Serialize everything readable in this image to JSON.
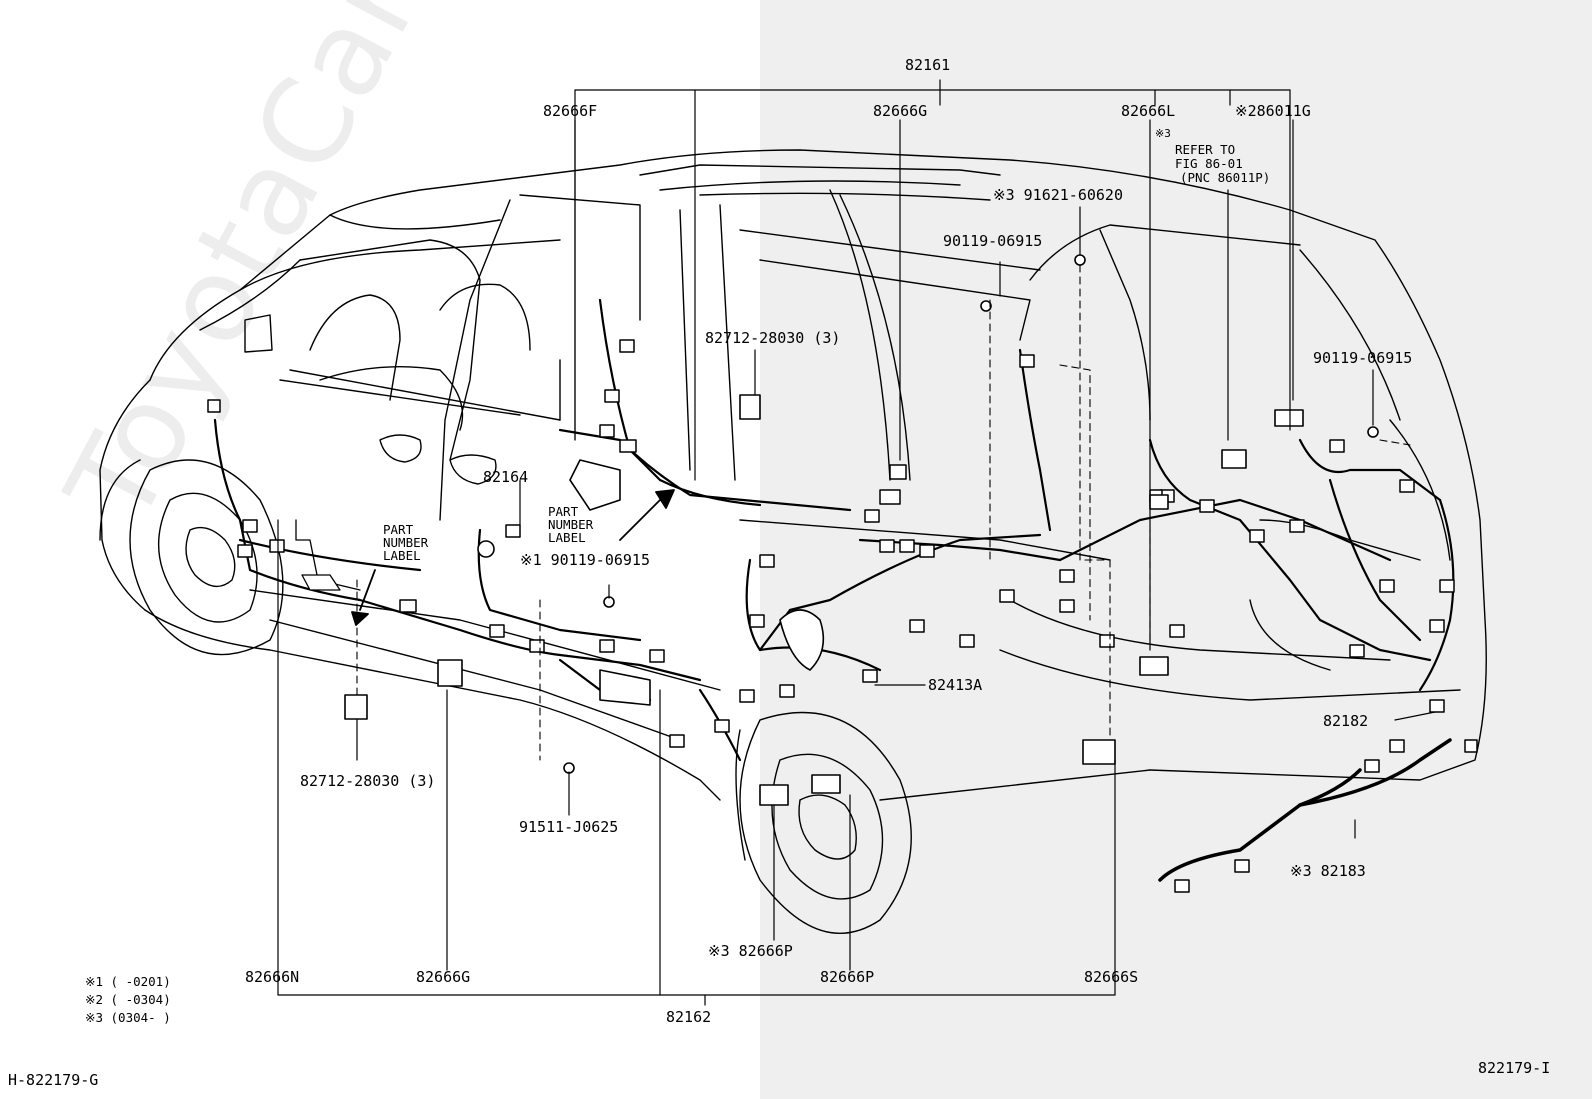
{
  "colors": {
    "left_bg": "#ffffff",
    "right_bg": "#efefef",
    "line": "#000000"
  },
  "watermark": "ToyotaCarBook.ru",
  "labels": {
    "p82161": "82161",
    "p82666F": "82666F",
    "p82666G_top": "82666G",
    "p82666L": "82666L",
    "p86011G": "※286011G",
    "note3_small": "※3",
    "refer1": "REFER TO",
    "refer2": "FIG 86-01",
    "refer3": "(PNC 86011P)",
    "p91621": "※3 91621-60620",
    "p90119_a": "90119-06915",
    "p82712_top": "82712-28030 (3)",
    "p90119_b": "90119-06915",
    "p82164": "82164",
    "partlabel1_a": "PART",
    "partlabel1_b": "NUMBER",
    "partlabel1_c": "LABEL",
    "partlabel2_a": "PART",
    "partlabel2_b": "NUMBER",
    "partlabel2_c": "LABEL",
    "p90119_c": "※1 90119-06915",
    "p82413A": "82413A",
    "p82182": "82182",
    "p82712_bottom": "82712-28030 (3)",
    "p91511": "91511-J0625",
    "p82183": "※3 82183",
    "p82666P_1": "※3 82666P",
    "p82666N": "82666N",
    "p82666G_bottom": "82666G",
    "p82666P_2": "82666P",
    "p82666S": "82666S",
    "p82162": "82162",
    "legend1": "※1 (     -0201)",
    "legend2": "※2 (     -0304)",
    "legend3": "※3 (0304-     )",
    "code_left": "H-822179-G",
    "code_right": "822179-I"
  }
}
